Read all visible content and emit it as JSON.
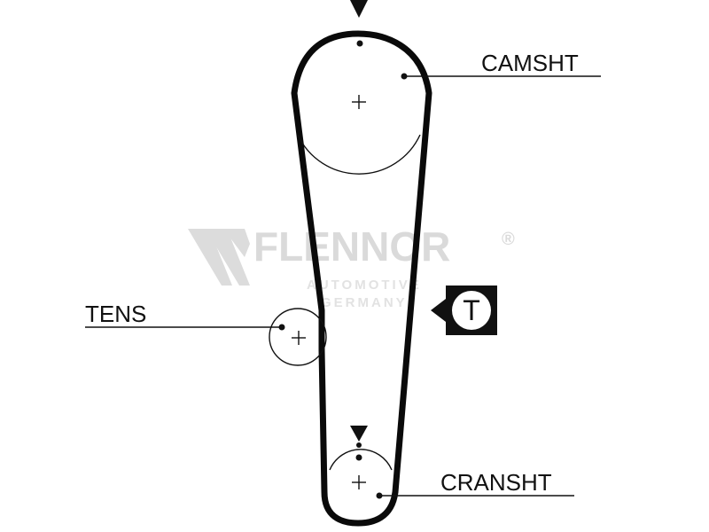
{
  "labels": {
    "camshaft": "CAMSHT",
    "tensioner": "TENS",
    "crankshaft": "CRANSHT",
    "tensioner_badge": "T"
  },
  "watermark": {
    "brand": "FLENNOR",
    "registered": "®",
    "tagline_line1": "AUTOMOTIVE",
    "tagline_line2": "GERMANY"
  },
  "colors": {
    "ink": "#111111",
    "belt": "#0a0a0a",
    "watermark": "#d9d9d9",
    "background": "#ffffff"
  },
  "icons": {
    "timing_mark": "down-triangle-icon",
    "center": "plus-icon",
    "tensioner_marker": "left-pointing-arrow-icon"
  }
}
